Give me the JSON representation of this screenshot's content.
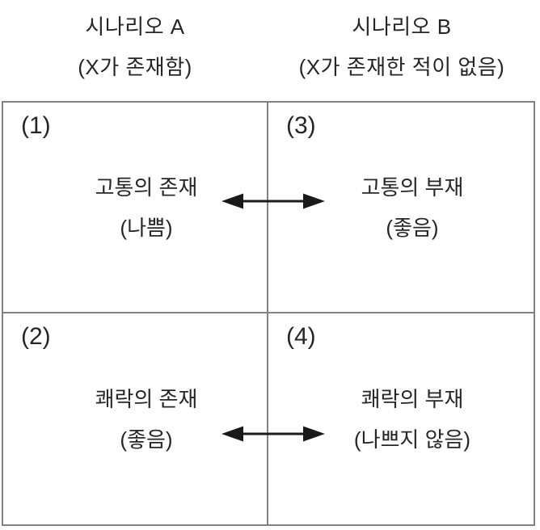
{
  "diagram": {
    "columns": [
      {
        "line1": "시나리오 A",
        "line2": "(X가 존재함)"
      },
      {
        "line1": "시나리오 B",
        "line2": "(X가 존재한 적이 없음)"
      }
    ],
    "cells": [
      {
        "number": "(1)",
        "main": "고통의 존재",
        "sub": "(나쁨)"
      },
      {
        "number": "(3)",
        "main": "고통의 부재",
        "sub": "(좋음)"
      },
      {
        "number": "(2)",
        "main": "쾌락의 존재",
        "sub": "(좋음)"
      },
      {
        "number": "(4)",
        "main": "쾌락의 부재",
        "sub": "(나쁘지 않음)"
      }
    ],
    "arrows": [
      {
        "name": "pain-comparison",
        "type": "double-headed-horizontal"
      },
      {
        "name": "pleasure-comparison",
        "type": "double-headed-horizontal"
      }
    ],
    "colors": {
      "background": "#ffffff",
      "text": "#262626",
      "grid_line": "#828282",
      "arrow": "#1a1a1a"
    }
  }
}
